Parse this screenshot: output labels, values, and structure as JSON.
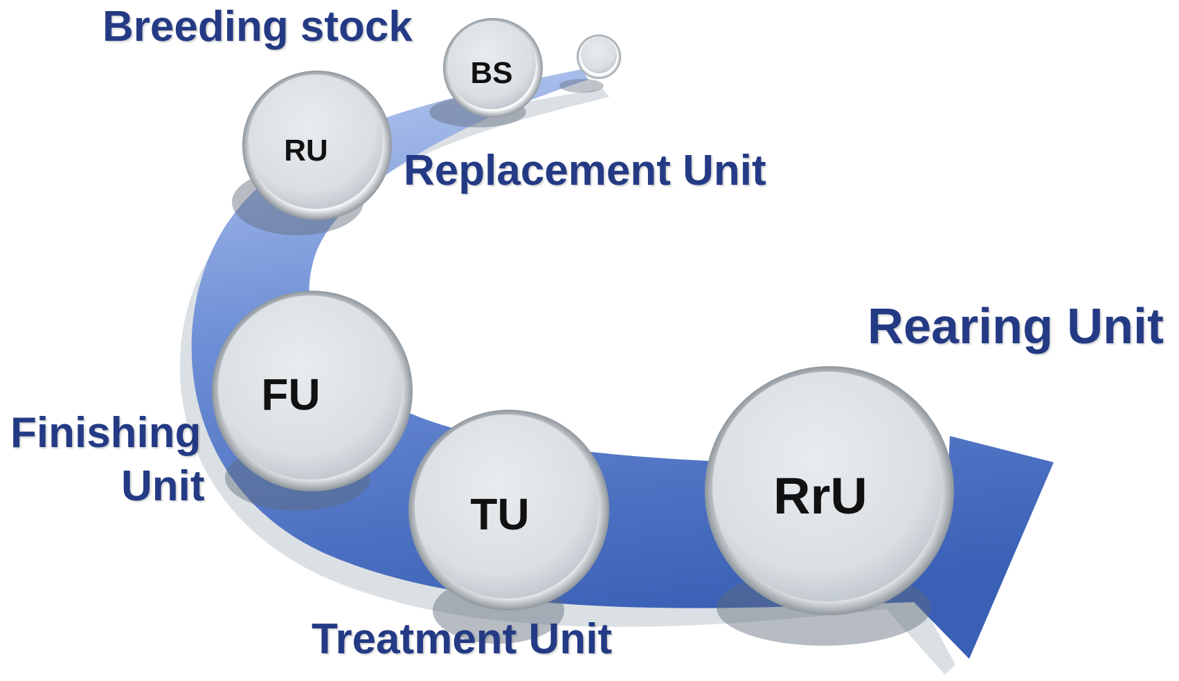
{
  "diagram": {
    "labels": {
      "breeding_stock": "Breeding stock",
      "replacement_unit": "Replacement Unit",
      "finishing_unit_line1": "Finishing",
      "finishing_unit_line2": "Unit",
      "treatment_unit": "Treatment Unit",
      "rearing_unit": "Rearing Unit"
    },
    "nodes": {
      "bs": "BS",
      "ru": "RU",
      "fu": "FU",
      "tu": "TU",
      "rru": "RrU"
    },
    "colors": {
      "label_text": "#243a84",
      "arrow_light": "#a9bfec",
      "arrow_dark": "#3f66b8",
      "shadow": "#c7ccd4",
      "bubble": "#dfe4e8"
    }
  }
}
